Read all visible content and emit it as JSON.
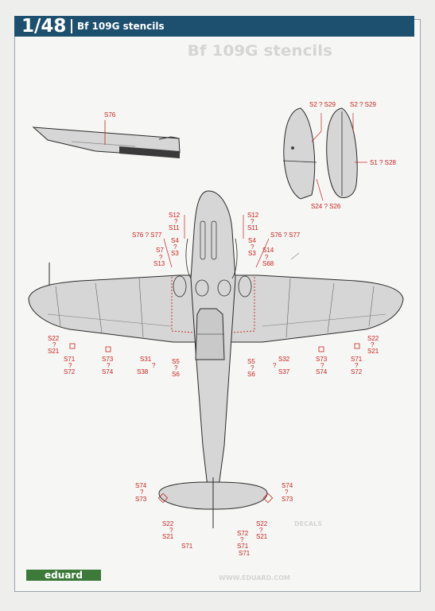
{
  "header": {
    "scale": "1/48",
    "title": "Bf 109G stencils"
  },
  "ghost_text": {
    "top": "Bf 109G stencils",
    "bottom": "DECALS",
    "url": "WWW.EDUARD.COM"
  },
  "brand": {
    "logo": "eduard"
  },
  "colors": {
    "header": "#1d4f6e",
    "stencil_label": "#c8241f",
    "aircraft_fill": "#d6d6d6",
    "outline": "#2a2a2a",
    "logo": "#3d7a3a"
  },
  "callouts": {
    "fuselage_side": [
      "S76"
    ],
    "drop_tank": [
      "S2 ? S29",
      "S2 ? S29",
      "S1 ? S28",
      "S24 ? S26"
    ],
    "nose_left": [
      "S12",
      "?",
      "S11"
    ],
    "nose_right": [
      "S12",
      "?",
      "S11"
    ],
    "root_left": [
      "S76 ? S77",
      "S4",
      "?",
      "S7",
      "S3",
      "?",
      "S13"
    ],
    "root_right": [
      "S76 ? S77",
      "S4",
      "?",
      "S3",
      "S14",
      "?",
      "S68"
    ],
    "tip_left": [
      "S22",
      "?",
      "S21",
      "S71",
      "?",
      "S72"
    ],
    "tip_right": [
      "S22",
      "?",
      "S21",
      "S71",
      "?",
      "S72"
    ],
    "mid_left": [
      "S73",
      "?",
      "S74",
      "S31",
      "?",
      "S38",
      "S5",
      "?",
      "S6"
    ],
    "mid_right": [
      "S73",
      "?",
      "S74",
      "S32",
      "?",
      "S37",
      "S5",
      "?",
      "S6"
    ],
    "tail_left": [
      "S74",
      "?",
      "S73",
      "S22",
      "?",
      "S21",
      "S71"
    ],
    "tail_right": [
      "S74",
      "?",
      "S73",
      "S22",
      "?",
      "S21",
      "S71"
    ],
    "tail_center": [
      "S72",
      "?",
      "S71"
    ]
  }
}
